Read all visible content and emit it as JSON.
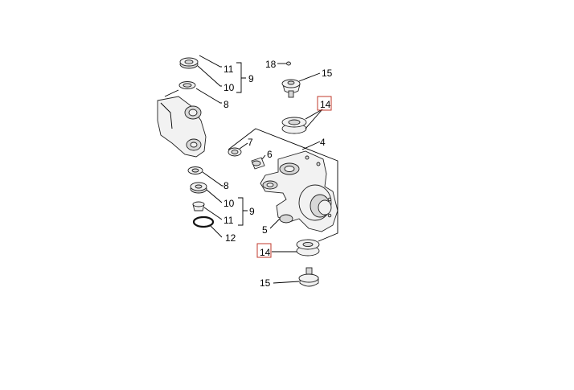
{
  "diagram": {
    "callouts": {
      "c18": "18",
      "c15_top": "15",
      "c14_top": "14",
      "c11_top": "11",
      "c10_top": "10",
      "c9_top": "9",
      "c8_top": "8",
      "c7": "7",
      "c6": "6",
      "c4": "4",
      "c5": "5",
      "c8_bottom": "8",
      "c10_bottom": "10",
      "c11_bottom": "11",
      "c9_bottom": "9",
      "c12": "12",
      "c14_bottom": "14",
      "c15_bottom": "15"
    },
    "highlighted_parts": [
      "14"
    ],
    "highlight_color": "#c0392b"
  }
}
